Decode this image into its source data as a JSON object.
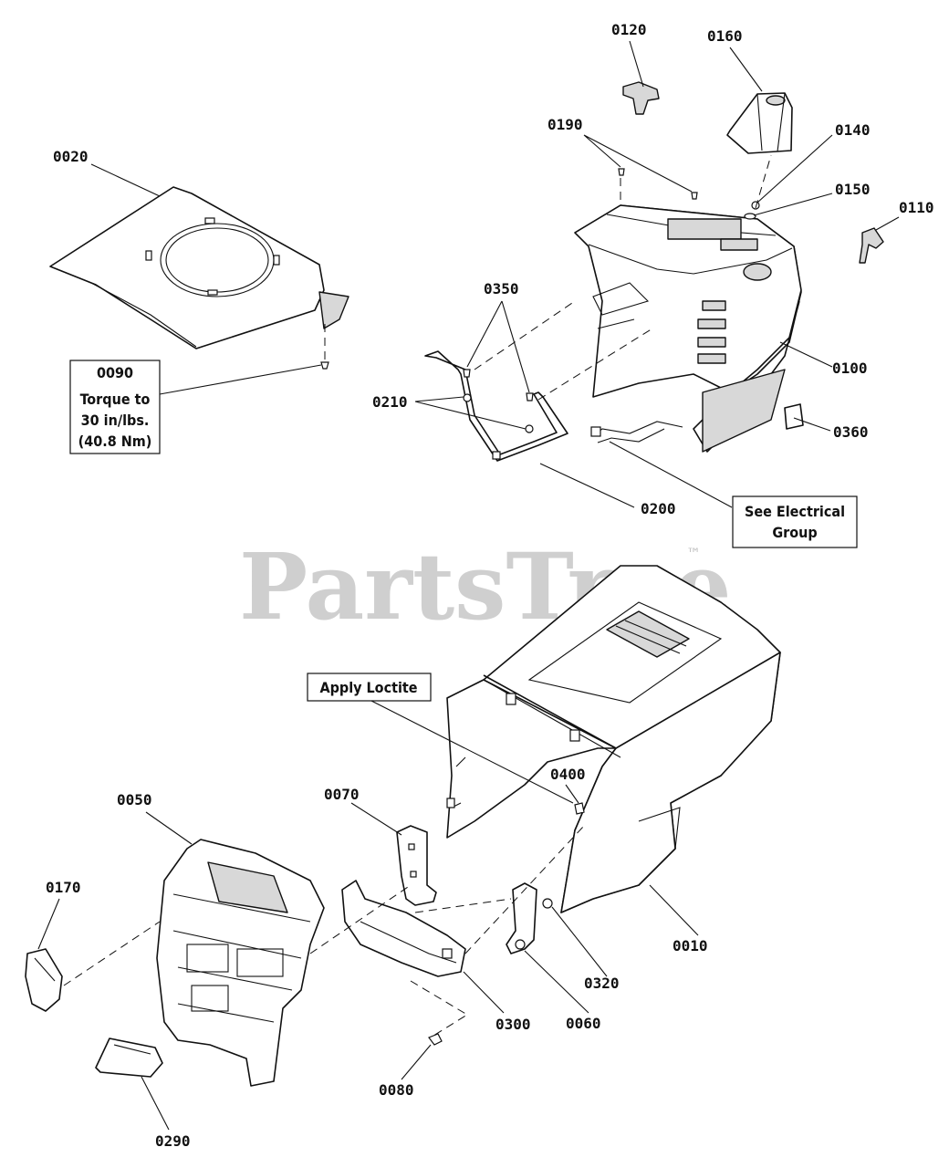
{
  "watermark": {
    "text": "PartsTree",
    "tm": "™"
  },
  "parts": {
    "p0010": "0010",
    "p0020": "0020",
    "p0050": "0050",
    "p0060": "0060",
    "p0070": "0070",
    "p0080": "0080",
    "p0100": "0100",
    "p0110": "0110",
    "p0120": "0120",
    "p0140": "0140",
    "p0150": "0150",
    "p0160": "0160",
    "p0170": "0170",
    "p0190": "0190",
    "p0200": "0200",
    "p0210": "0210",
    "p0290": "0290",
    "p0300": "0300",
    "p0320": "0320",
    "p0350": "0350",
    "p0360": "0360",
    "p0400": "0400"
  },
  "callouts": {
    "torque": {
      "line1": "0090",
      "line2": "Torque to",
      "line3": "30 in/lbs.",
      "line4": "(40.8 Nm)"
    },
    "electrical": {
      "line1": "See Electrical",
      "line2": "Group"
    },
    "loctite": {
      "line1": "Apply Loctite"
    }
  }
}
